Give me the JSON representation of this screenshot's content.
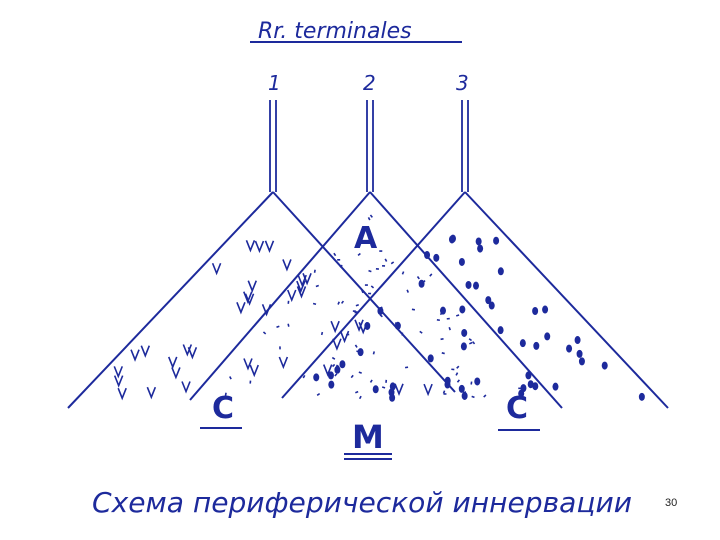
{
  "title": "Rr. terminales",
  "branch_numbers": [
    "1",
    "2",
    "3"
  ],
  "region_labels": {
    "top": "A",
    "left": "C",
    "right": "C",
    "bottom": "M"
  },
  "caption": "Схема периферической иннервации",
  "page_number": "30",
  "colors": {
    "ink": "#1d2a9c"
  }
}
